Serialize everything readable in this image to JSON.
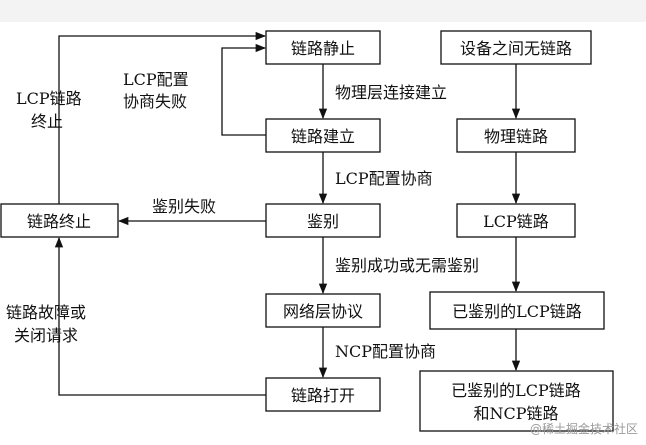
{
  "diagram": {
    "left_column": {
      "link_terminate": "链路终止",
      "lcp_terminate_line1": "LCP链路",
      "lcp_terminate_line2": "终止",
      "fault_line1": "链路故障或",
      "fault_line2": "关闭请求"
    },
    "middle_column": {
      "link_dead": "链路静止",
      "link_establish": "链路建立",
      "authenticate": "鉴别",
      "network_layer": "网络层协议",
      "link_open": "链路打开",
      "label_physical": "物理层连接建立",
      "label_lcp_negotiation": "LCP配置协商",
      "label_auth_success": "鉴别成功或无需鉴别",
      "label_ncp_negotiation": "NCP配置协商",
      "label_lcp_fail_line1": "LCP配置",
      "label_lcp_fail_line2": "协商失败",
      "label_auth_fail": "鉴别失败"
    },
    "right_column": {
      "no_link": "设备之间无链路",
      "physical_link": "物理链路",
      "lcp_link": "LCP链路",
      "auth_lcp_link": "已鉴别的LCP链路",
      "auth_lcp_ncp_line1": "已鉴别的LCP链路",
      "auth_lcp_ncp_line2": "和NCP链路"
    }
  },
  "watermark": "@稀土掘金技术社区"
}
